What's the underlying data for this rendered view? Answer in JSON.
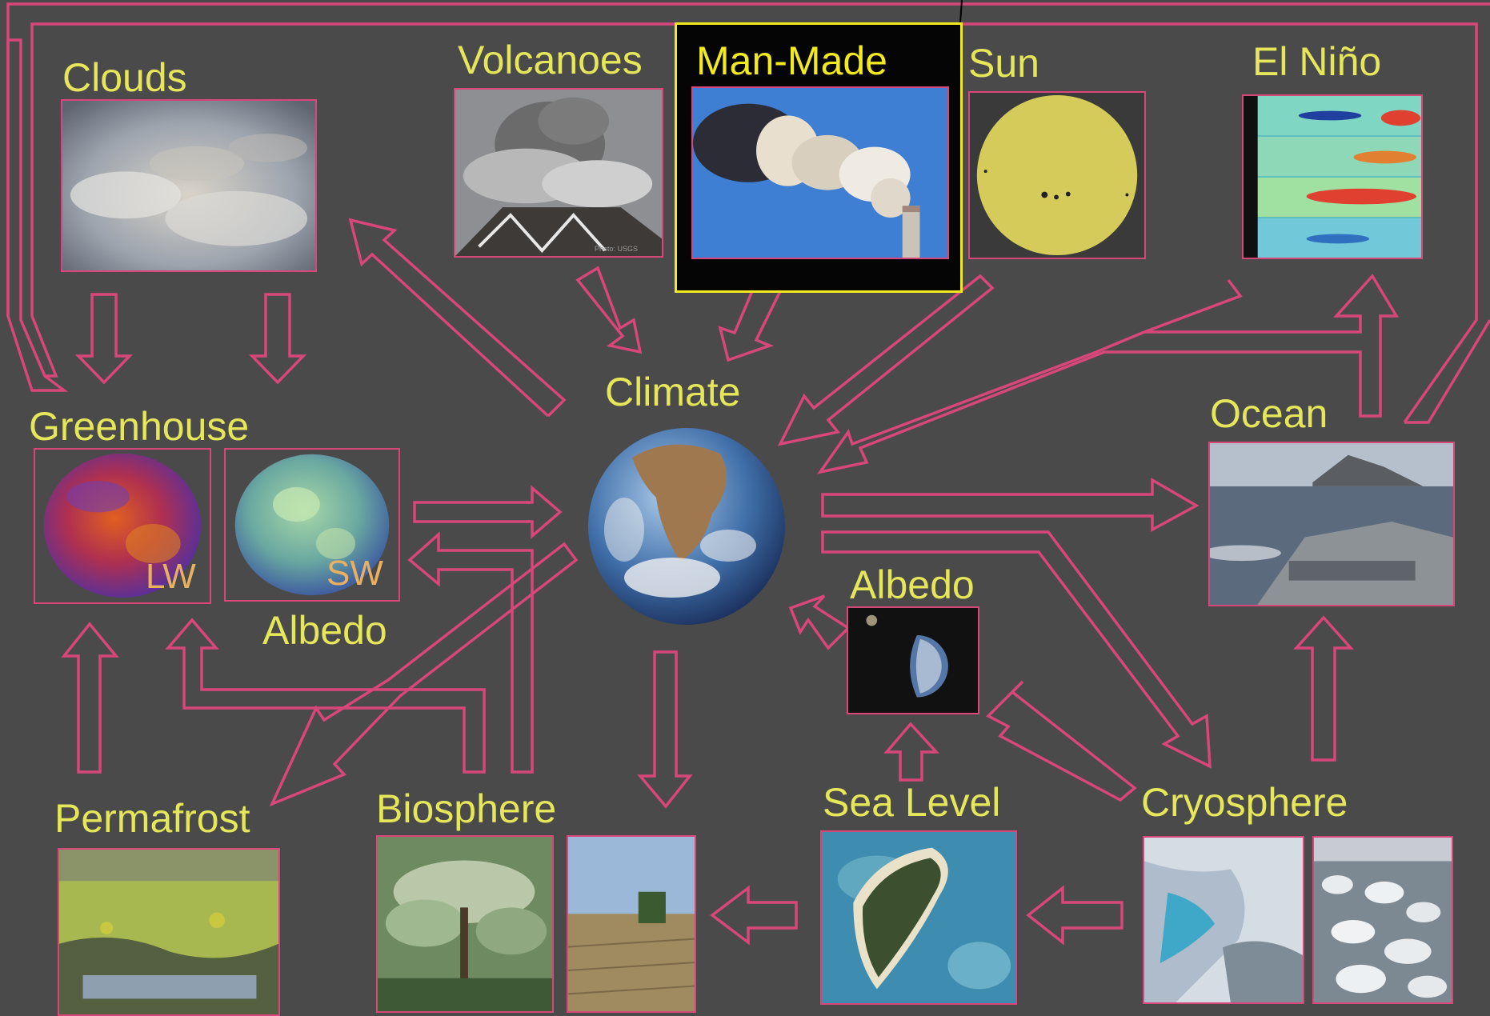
{
  "nodes": {
    "clouds": "Clouds",
    "volcanoes": "Volcanoes",
    "man_made": "Man-Made",
    "sun": "Sun",
    "el_nino": "El Niño",
    "greenhouse": "Greenhouse",
    "climate": "Climate",
    "ocean": "Ocean",
    "albedo_left": "Albedo",
    "albedo_right": "Albedo",
    "permafrost": "Permafrost",
    "biosphere": "Biosphere",
    "sea_level": "Sea Level",
    "cryosphere": "Cryosphere"
  },
  "image_tags": {
    "lw": "LW",
    "sw": "SW",
    "volcano_credit": "Photo: USGS"
  },
  "colors": {
    "background": "#4a4a4a",
    "label": "#e6e65a",
    "highlight": "#f2ea1e",
    "arrow": "#d8467a"
  }
}
